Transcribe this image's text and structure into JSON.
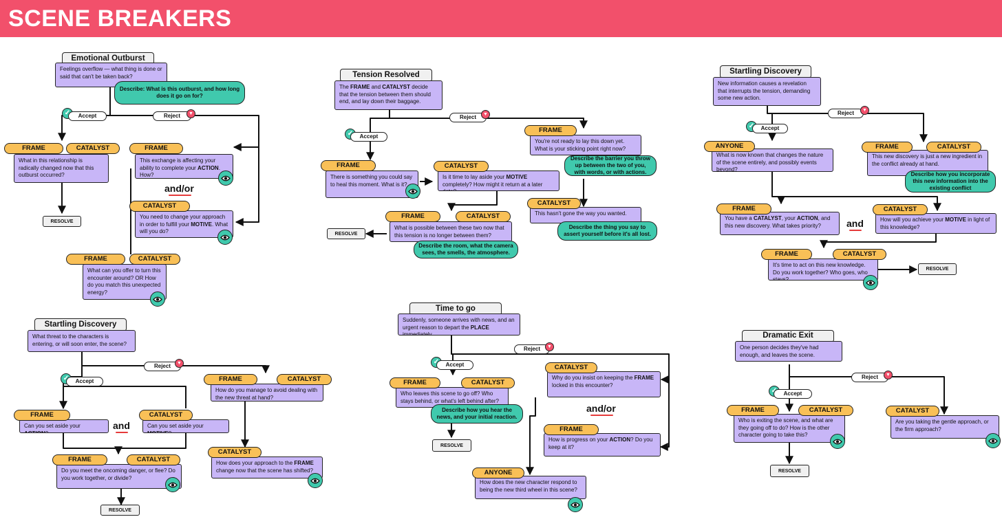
{
  "header": {
    "title": "SCENE BREAKERS"
  },
  "colors": {
    "banner": "#f2506b",
    "card": "#c8b6f7",
    "role_pill": "#f9c057",
    "prompt": "#40c9ad"
  },
  "icons": {
    "accept": "check-icon",
    "reject": "thumbs-down-icon",
    "view": "eye-icon"
  },
  "s1": {
    "title": "Emotional Outburst",
    "desc": "Feelings overflow — what thing is done or said that can't be taken back?",
    "tip": "Describe: What is this outburst, and how long does it go on for?",
    "accept": "Accept",
    "reject": "Reject",
    "a": {
      "p1": "FRAME",
      "p2": "CATALYST",
      "text": "What in this relationship is radically changed now that this outburst occurred?"
    },
    "b": {
      "p1": "FRAME",
      "text": "This exchange is affecting your ability to complete your ACTION. How?"
    },
    "andor": "and/or",
    "c": {
      "p1": "CATALYST",
      "text": "You need to change your approach in order to fulfill your MOTIVE. What will you do?"
    },
    "d": {
      "p1": "FRAME",
      "p2": "CATALYST",
      "text": "What can you offer to turn this encounter around? OR How do you match this unexpected energy?"
    },
    "resolve": "RESOLVE"
  },
  "s2": {
    "title": "Tension Resolved",
    "desc": "The FRAME and CATALYST decide that the tension between them should end, and lay down their baggage.",
    "accept": "Accept",
    "reject": "Reject",
    "a": {
      "p1": "FRAME",
      "text": "There is something you could say to heal this moment. What is it?"
    },
    "b": {
      "p1": "CATALYST",
      "text": "Is it time to lay aside your MOTIVE completely? How might it return at a later date?"
    },
    "c": {
      "p1": "FRAME",
      "p2": "CATALYST",
      "text": "What is possible between these two now that this tension is no longer between them?"
    },
    "tip1": "Describe the room, what the camera sees, the smells, the atmosphere.",
    "d": {
      "p1": "FRAME",
      "text": "You're not ready to lay this down yet. What is your sticking point right now?"
    },
    "tip2": "Describe the barrier you throw up between the two of you, with words, or with actions.",
    "e": {
      "p1": "CATALYST",
      "text": "This hasn't gone the way you wanted."
    },
    "tip3": "Describe the thing you say to assert yourself before it's all lost.",
    "resolve": "RESOLVE"
  },
  "s3": {
    "title": "Startling Discovery",
    "desc": "New information causes a revelation that interrupts the tension, demanding some new action.",
    "accept": "Accept",
    "reject": "Reject",
    "a": {
      "p1": "ANYONE",
      "text": "What is now known that changes the nature of the scene entirely, and possibly events beyond?"
    },
    "b": {
      "p1": "FRAME",
      "p2": "CATALYST",
      "text": "This new discovery is just a new ingredient in the conflict already at hand."
    },
    "tip": "Describe how you incorporate this new information into the existing conflict",
    "c": {
      "p1": "FRAME",
      "text": "You have a CATALYST, your ACTION, and this new discovery. What takes priority?"
    },
    "and": "and",
    "d": {
      "p1": "CATALYST",
      "text": "How will you achieve your MOTIVE in light of this knowledge?"
    },
    "e": {
      "p1": "FRAME",
      "p2": "CATALYST",
      "text": "It's time to act on this new knowledge. Do you work together? Who goes, who stays?"
    },
    "resolve": "RESOLVE"
  },
  "s4": {
    "title": "Startling Discovery",
    "desc": "What threat to the characters is entering, or will soon enter, the scene?",
    "accept": "Accept",
    "reject": "Reject",
    "a": {
      "p1": "FRAME",
      "text": "Can you set aside your ACTION?"
    },
    "and": "and",
    "b": {
      "p1": "CATALYST",
      "text": "Can you set aside your MOTIVE?"
    },
    "c": {
      "p1": "FRAME",
      "p2": "CATALYST",
      "text": "Do you meet the oncoming danger, or flee? Do you work together, or divide?"
    },
    "d": {
      "p1": "FRAME",
      "p2": "CATALYST",
      "text": "How do you manage to avoid dealing with the new threat at hand?"
    },
    "e": {
      "p1": "CATALYST",
      "text": "How does your approach to the FRAME change now that the scene has shifted?"
    },
    "resolve": "RESOLVE"
  },
  "s5": {
    "title": "Time to go",
    "desc": "Suddenly, someone arrives with news, and an urgent reason to depart the PLACE immediately.",
    "accept": "Accept",
    "reject": "Reject",
    "a": {
      "p1": "FRAME",
      "p2": "CATALYST",
      "text": "Who leaves this scene to go off? Who stays behind, or what's left behind after?"
    },
    "tip": "Describe how you hear the news, and your initial reaction.",
    "b": {
      "p1": "CATALYST",
      "text": "Why do you insist on keeping the FRAME locked in this encounter?"
    },
    "andor": "and/or",
    "c": {
      "p1": "FRAME",
      "text": "How is progress on your ACTION? Do you keep at it?"
    },
    "d": {
      "p1": "ANYONE",
      "text": "How does the new character respond to being the new third wheel in this scene?"
    },
    "resolve": "RESOLVE"
  },
  "s6": {
    "title": "Dramatic Exit",
    "desc": "One person decides they've had enough, and leaves the scene.",
    "accept": "Accept",
    "reject": "Reject",
    "a": {
      "p1": "FRAME",
      "p2": "CATALYST",
      "text": "Who is exiting the scene, and what are they going off to do? How is the other character going to take this?"
    },
    "b": {
      "p1": "CATALYST",
      "text": "Are you taking the gentle approach, or the firm approach?"
    },
    "resolve": "RESOLVE"
  }
}
